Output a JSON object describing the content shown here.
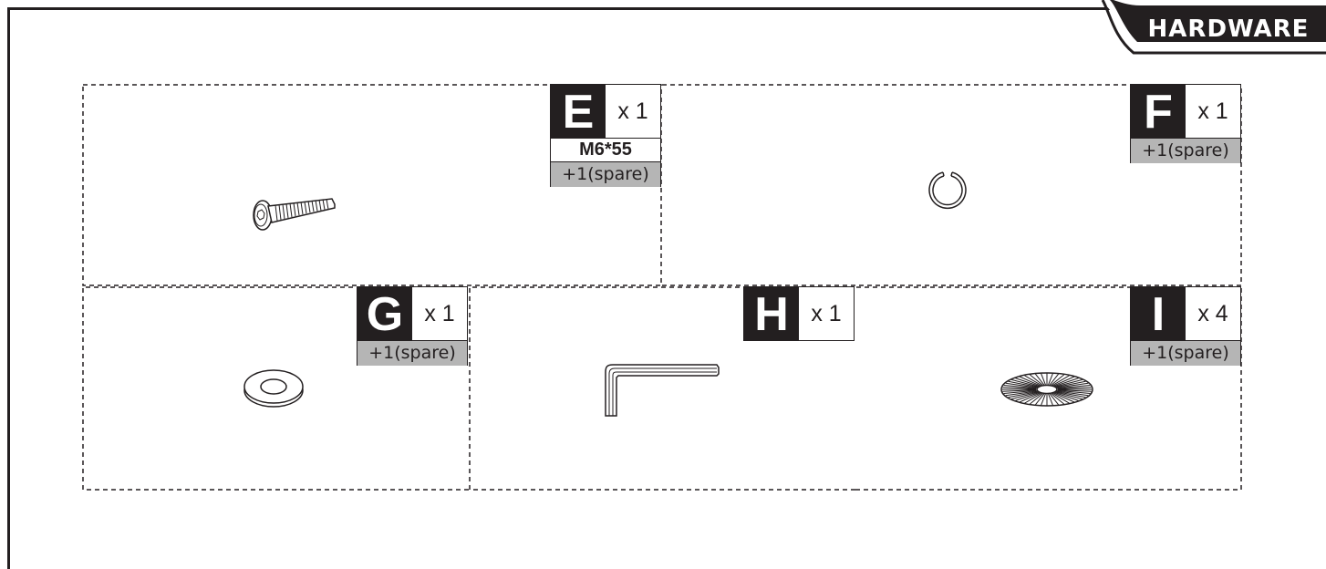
{
  "header": {
    "title": "HARDWARE"
  },
  "parts": [
    {
      "letter": "E",
      "qty": "x 1",
      "size": "M6*55",
      "spare": "+1(spare)",
      "icon": "button-head-bolt-icon"
    },
    {
      "letter": "F",
      "qty": "x 1",
      "spare": "+1(spare)",
      "icon": "split-ring-icon"
    },
    {
      "letter": "G",
      "qty": "x 1",
      "spare": "+1(spare)",
      "icon": "flat-washer-icon"
    },
    {
      "letter": "H",
      "qty": "x 1",
      "icon": "allen-key-icon"
    },
    {
      "letter": "I",
      "qty": "x 4",
      "spare": "+1(spare)",
      "icon": "serrated-lock-washer-icon"
    }
  ],
  "colors": {
    "ink": "#231f20",
    "spare_fill": "#b5b5b5"
  }
}
